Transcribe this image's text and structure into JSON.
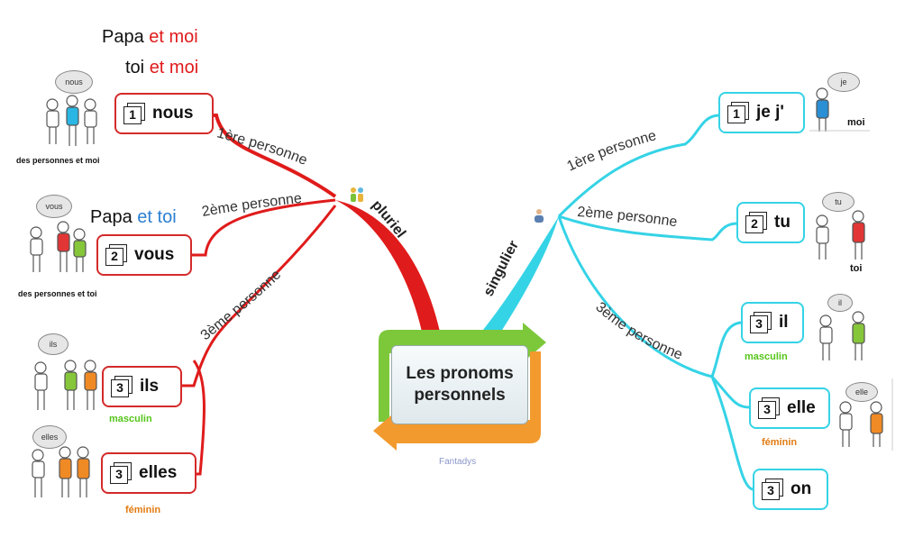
{
  "center": {
    "line1": "Les pronoms",
    "line2": "personnels",
    "credit": "Fantadys"
  },
  "colors": {
    "pluriel": "#e01b1b",
    "singulier": "#35d3e6",
    "masculin": "#55c51b",
    "feminin": "#e27b12",
    "blue": "#2b7fd1"
  },
  "branches": {
    "pluriel": {
      "label": "pluriel",
      "p1": "1ère personne",
      "p2": "2ème personne",
      "p3": "3ème personne",
      "nous": {
        "num": "1",
        "word": "nous",
        "bubble": "nous",
        "caption": "des personnes et moi",
        "note1_a": "Papa",
        "note1_b": "et moi",
        "note2_a": "toi",
        "note2_b": "et moi"
      },
      "vous": {
        "num": "2",
        "word": "vous",
        "bubble": "vous",
        "caption": "des personnes et toi",
        "note_a": "Papa",
        "note_b": "et toi"
      },
      "ils": {
        "num": "3",
        "word": "ils",
        "bubble": "ils",
        "caption": "masculin"
      },
      "elles": {
        "num": "3",
        "word": "elles",
        "bubble": "elles",
        "caption": "féminin"
      }
    },
    "singulier": {
      "label": "singulier",
      "p1": "1ère personne",
      "p2": "2ème personne",
      "p3": "3ème personne",
      "je": {
        "num": "1",
        "word": "je j'",
        "bubble": "je",
        "caption": "moi"
      },
      "tu": {
        "num": "2",
        "word": "tu",
        "bubble": "tu",
        "caption": "toi"
      },
      "il": {
        "num": "3",
        "word": "il",
        "bubble": "il",
        "caption": "masculin"
      },
      "elle": {
        "num": "3",
        "word": "elle",
        "bubble": "elle",
        "caption": "féminin"
      },
      "on": {
        "num": "3",
        "word": "on"
      }
    }
  }
}
